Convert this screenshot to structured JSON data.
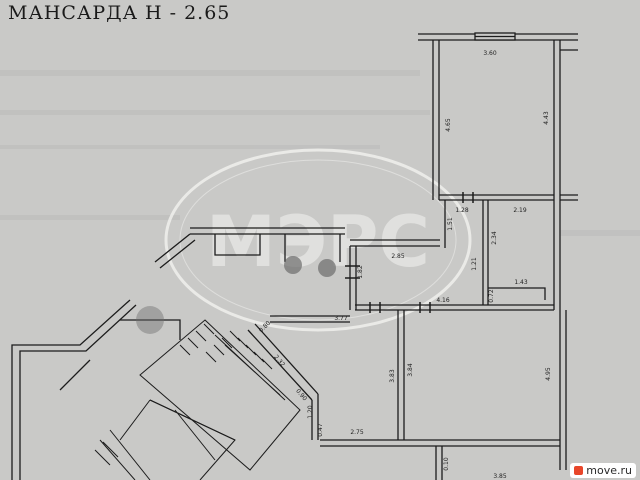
{
  "header": {
    "title": "МАНСАРДА  Н - 2.65"
  },
  "dimensions": {
    "top_width": "3.60",
    "left_height": "4.65",
    "right_height": "4.43",
    "d_128": "1.28",
    "d_219": "2.19",
    "d_151": "1.51",
    "d_234": "2.34",
    "d_285": "2.85",
    "d_121": "1.21",
    "d_182": "1.82",
    "d_143": "1.43",
    "d_072": "0.72",
    "d_416": "4.16",
    "d_377": "3.77",
    "d_080": "0.80",
    "d_232": "2.32",
    "d_383": "3.83",
    "d_384": "3.84",
    "d_495": "4.95",
    "d_090": "0.90",
    "d_120": "1.20",
    "d_047": "0.47",
    "d_275": "2.75",
    "d_010": "0.10",
    "d_385": "3.85"
  },
  "watermark": {
    "text": "МЭРС"
  },
  "source": {
    "label": "move.ru"
  },
  "colors": {
    "paper": "#c9c9c7",
    "wall": "#1c1c1c",
    "watermark": "#f4f4f2",
    "brand_accent": "#e8462a"
  }
}
